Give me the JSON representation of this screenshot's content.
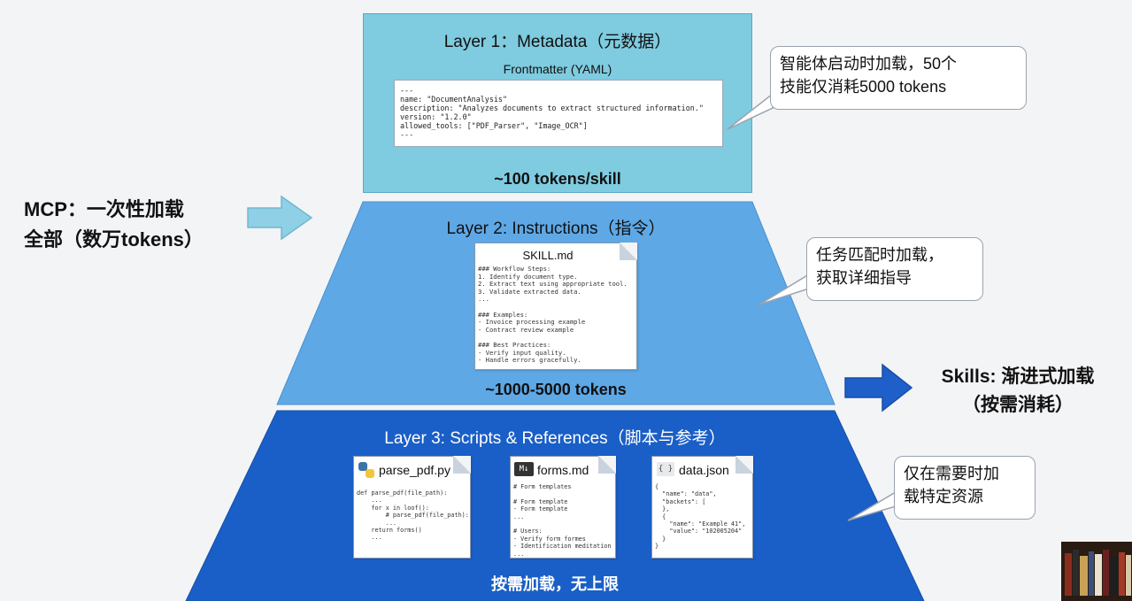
{
  "colors": {
    "layer1": "#7fcbe0",
    "layer2": "#5ea8e6",
    "layer3": "#1a5fc7",
    "arrow_light": "#8fd0e6",
    "arrow_dark": "#1f5fc9"
  },
  "layer1": {
    "title": "Layer 1：Metadata（元数据）",
    "frontmatter_label": "Frontmatter (YAML)",
    "frontmatter_code": "---\nname: \"DocumentAnalysis\"\ndescription: \"Analyzes documents to extract structured information.\"\nversion: \"1.2.0\"\nallowed_tools: [\"PDF_Parser\", \"Image_OCR\"]\n---",
    "footer": "~100 tokens/skill"
  },
  "layer2": {
    "title": "Layer 2: Instructions（指令）",
    "doc_title": "SKILL.md",
    "doc_body": "### Workflow Steps:\n1. Identify document type.\n2. Extract text using appropriate tool.\n3. Validate extracted data.\n...\n\n### Examples:\n- Invoice processing example\n- Contract review example\n\n### Best Practices:\n- Verify input quality.\n- Handle errors gracefully.",
    "footer": "~1000-5000 tokens"
  },
  "layer3": {
    "title": "Layer 3: Scripts & References（脚本与参考）",
    "docs": [
      {
        "icon": "python-icon",
        "title": "parse_pdf.py",
        "body": "def parse_pdf(file_path):\n    ...\n    for x in loof():\n        # parse_pdf(file_path):\n        ...\n    return forms()\n    ..."
      },
      {
        "icon": "markdown-icon",
        "icon_text": "M↓",
        "title": "forms.md",
        "body": "# Form templates\n\n# Form template\n- Form template\n...\n\n# Users:\n- Verify form formes\n- Identification meditation\n..."
      },
      {
        "icon": "json-icon",
        "icon_text": "{ }",
        "title": "data.json",
        "body": "{\n  \"name\": \"data\",\n  \"backets\": [\n  },\n  {\n    \"name\": \"Example 41\",\n    \"value\": \"102005204\"\n  }\n}"
      }
    ],
    "footer": "按需加载，无上限"
  },
  "callouts": {
    "c1": [
      "智能体启动时加载，50个",
      "技能仅消耗5000 tokens"
    ],
    "c2": [
      "任务匹配时加载，",
      "获取详细指导"
    ],
    "c3": [
      "仅在需要时加",
      "载特定资源"
    ]
  },
  "side": {
    "mcp": [
      "MCP：一次性加载",
      "全部（数万tokens）"
    ],
    "skills": [
      "Skills: 渐进式加载",
      "（按需消耗）"
    ]
  }
}
